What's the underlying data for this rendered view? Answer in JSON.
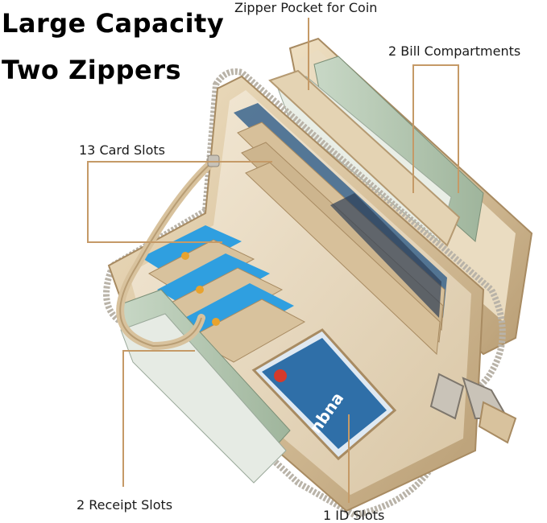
{
  "headline": {
    "line1": "Large Capacity",
    "line2": "Two Zippers"
  },
  "callouts": {
    "coin_pocket": "Zipper Pocket for Coin",
    "bill_compartments": "2 Bill Compartments",
    "card_slots": "13 Card Slots",
    "receipt_slots": "2 Receipt Slots",
    "id_slots": "1 ID Slots"
  },
  "colors": {
    "leader_line": "#c59a67",
    "wallet_gold": "#d8c29d",
    "zipper_metal": "#b9b3a8",
    "card_blue": "#2f9fe0"
  },
  "product": {
    "id_card_text": "nbna"
  }
}
